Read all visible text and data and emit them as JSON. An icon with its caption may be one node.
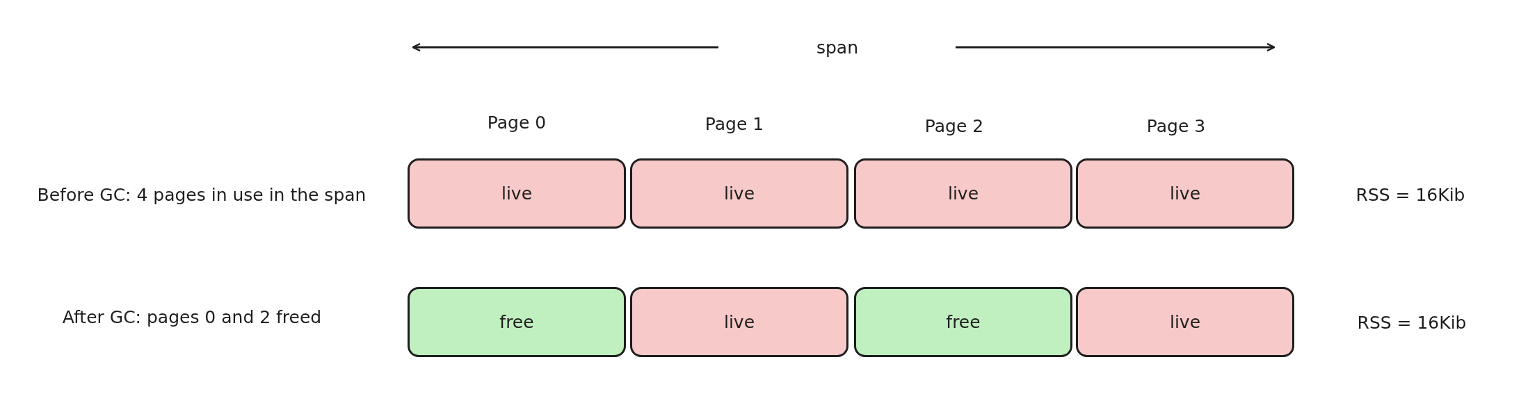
{
  "diagram": {
    "nodes": [
      {
        "text": [
          "live"
        ]
      },
      {
        "text": [
          "live"
        ]
      },
      {
        "text": [
          "live"
        ]
      },
      {
        "text": [
          "live"
        ]
      },
      {
        "text": [
          "free"
        ]
      },
      {
        "text": [
          "live"
        ]
      },
      {
        "text": [
          "free"
        ]
      },
      {
        "text": [
          "live"
        ]
      }
    ],
    "labels": [
      "span",
      "Page 0",
      "Page 1",
      "Page 2",
      "Page 3",
      "Before GC: 4 pages in use in the span",
      "RSS = 16Kib",
      "After GC: pages 0 and 2 freed",
      "RSS = 16Kib"
    ]
  }
}
